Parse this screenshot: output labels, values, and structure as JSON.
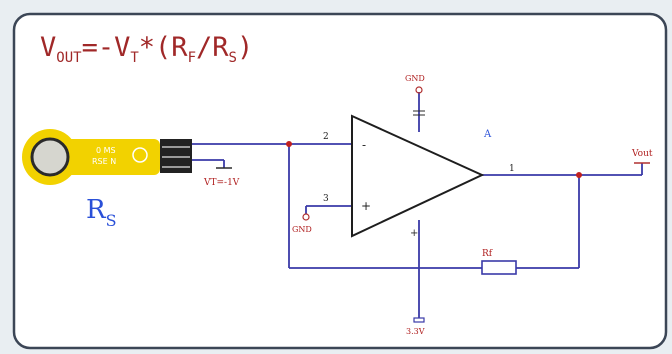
{
  "formula": {
    "v": "V",
    "out_sub": "OUT",
    "eq_neg": "=-",
    "vt": "V",
    "t_sub": "T",
    "mul_open": "*(",
    "rf": "R",
    "f_sub": "F",
    "slash": "/",
    "rs": "R",
    "s_sub": "S",
    "close": ")"
  },
  "sensor": {
    "label_main": "R",
    "label_sub": "S",
    "board_text_1": "0 MS",
    "board_text_2": "RSE N"
  },
  "labels": {
    "gnd_top": "GND",
    "gnd_bottom": "GND",
    "opamp_name": "A",
    "pin_inv": "2",
    "pin_noninv": "3",
    "pin_out": "1",
    "minus_sign": "-",
    "plus_sign": "+",
    "vout": "Vout",
    "rf": "Rf",
    "vt": "VT=-1V",
    "v33": "3.3V"
  },
  "colors": {
    "wire": "#3a3aa8",
    "ground_and_power": "#b03030",
    "label_red": "#b02020",
    "rs_blue": "#2a50d8",
    "sensor_yellow": "#f2d200",
    "formula": "#a02828"
  }
}
